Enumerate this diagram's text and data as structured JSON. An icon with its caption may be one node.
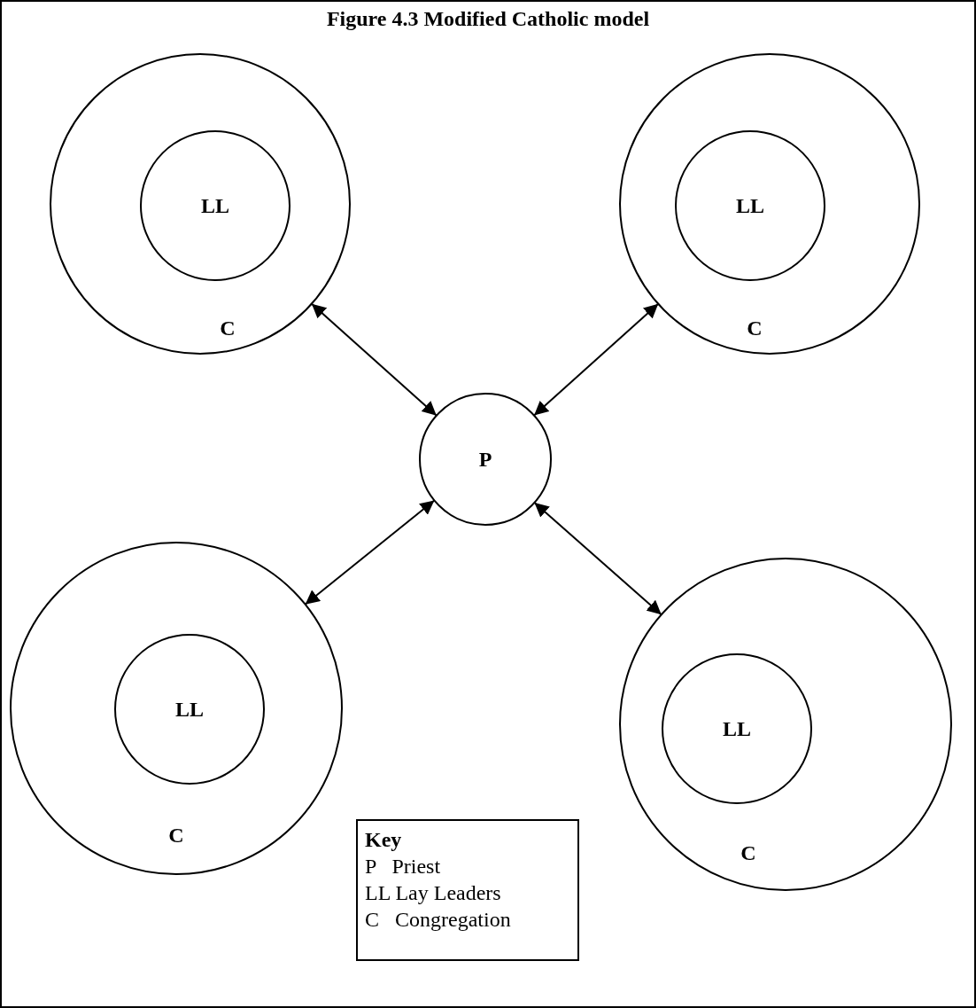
{
  "diagram": {
    "title": "Figure 4.3 Modified Catholic model",
    "nodes": [
      {
        "text": [
          "C"
        ]
      },
      {
        "text": [
          "LL"
        ],
        "in": 0
      },
      {
        "text": [
          "C"
        ]
      },
      {
        "text": [
          "LL"
        ],
        "in": 2
      },
      {
        "text": [
          "P"
        ]
      },
      {
        "text": [
          "C"
        ]
      },
      {
        "text": [
          "LL"
        ],
        "in": 5
      },
      {
        "text": [
          "C"
        ]
      },
      {
        "text": [
          "LL"
        ],
        "in": 7
      },
      {
        "text": [
          "Key",
          "P   Priest",
          "LL Lay Leaders",
          "C   Congregation"
        ]
      }
    ],
    "edges": [
      {
        "from": 4,
        "to": 0,
        "arrow": "both"
      },
      {
        "from": 4,
        "to": 2,
        "arrow": "both"
      },
      {
        "from": 4,
        "to": 5,
        "arrow": "both"
      },
      {
        "from": 4,
        "to": 7,
        "arrow": "both"
      }
    ]
  }
}
